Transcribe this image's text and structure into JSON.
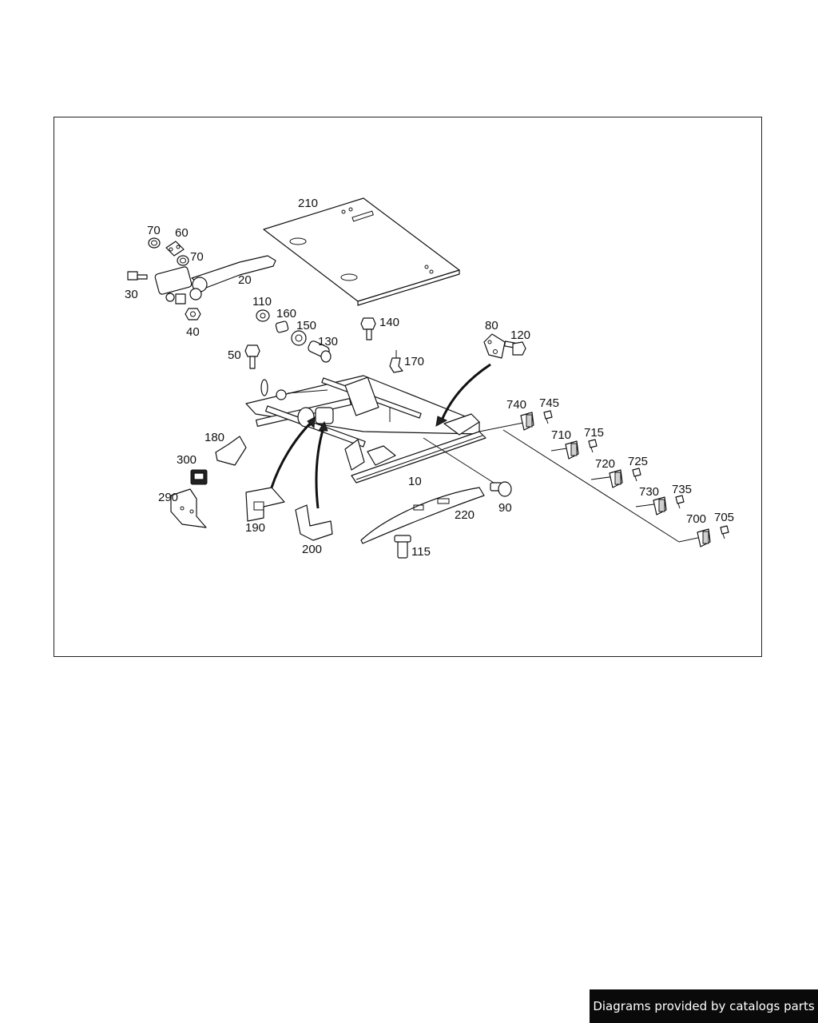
{
  "diagram": {
    "callouts": {
      "c210": "210",
      "c70a": "70",
      "c60": "60",
      "c70b": "70",
      "c20": "20",
      "c30": "30",
      "c40": "40",
      "c110": "110",
      "c160": "160",
      "c150": "150",
      "c130": "130",
      "c140": "140",
      "c50": "50",
      "c170": "170",
      "c80": "80",
      "c120": "120",
      "c740": "740",
      "c745": "745",
      "c710": "710",
      "c715": "715",
      "c720": "720",
      "c725": "725",
      "c730": "730",
      "c735": "735",
      "c700": "700",
      "c705": "705",
      "c180": "180",
      "c300": "300",
      "c290": "290",
      "c190": "190",
      "c200": "200",
      "c10": "10",
      "c90": "90",
      "c220": "220",
      "c115": "115"
    }
  },
  "footer": {
    "credit": "Diagrams provided by catalogs parts"
  }
}
